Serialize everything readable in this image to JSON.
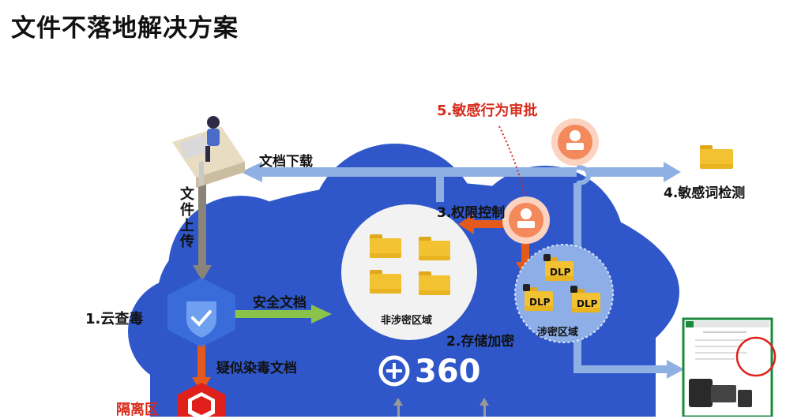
{
  "title": "文件不落地解决方案",
  "labels": {
    "download": "文档下载",
    "upload": "文件上传",
    "approval": "5.敏感行为审批",
    "permission": "3.权限控制",
    "keyword_check": "4.敏感词检测",
    "cloud_scan": "1.云查毒",
    "safe_docs": "安全文档",
    "suspect_docs": "疑似染毒文档",
    "quarantine": "隔离区",
    "non_secret_zone": "非涉密区域",
    "secret_zone": "涉密区域",
    "storage_encrypt": "2.存储加密",
    "brand": "360",
    "dlp": "DLP"
  },
  "colors": {
    "cloud": "#2f57c9",
    "arrow_blue": "#8fb0e3",
    "arrow_green": "#8bc34a",
    "arrow_orange": "#e35a1c",
    "approval_red": "#d72c1c",
    "folder_yellow": "#f3c233"
  }
}
